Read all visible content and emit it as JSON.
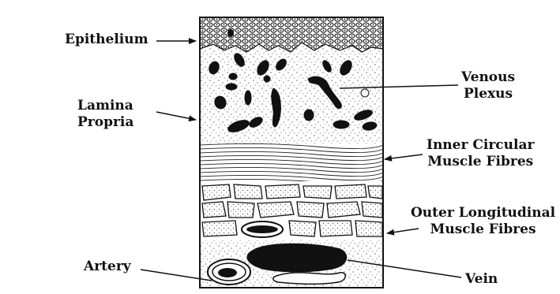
{
  "labels": {
    "epithelium": "Epithelium",
    "lamina_propria": [
      "Lamina",
      "Propria"
    ],
    "venous_plexus": [
      "Venous",
      "Plexus"
    ],
    "inner_circular": [
      "Inner Circular",
      "Muscle Fibres"
    ],
    "outer_longitudinal": [
      "Outer Longitudinal",
      "Muscle Fibres"
    ],
    "artery": "Artery",
    "vein": "Vein"
  },
  "colors": {
    "ink": "#111111",
    "paper": "#ffffff"
  },
  "icons": [
    "arrow-icon"
  ]
}
